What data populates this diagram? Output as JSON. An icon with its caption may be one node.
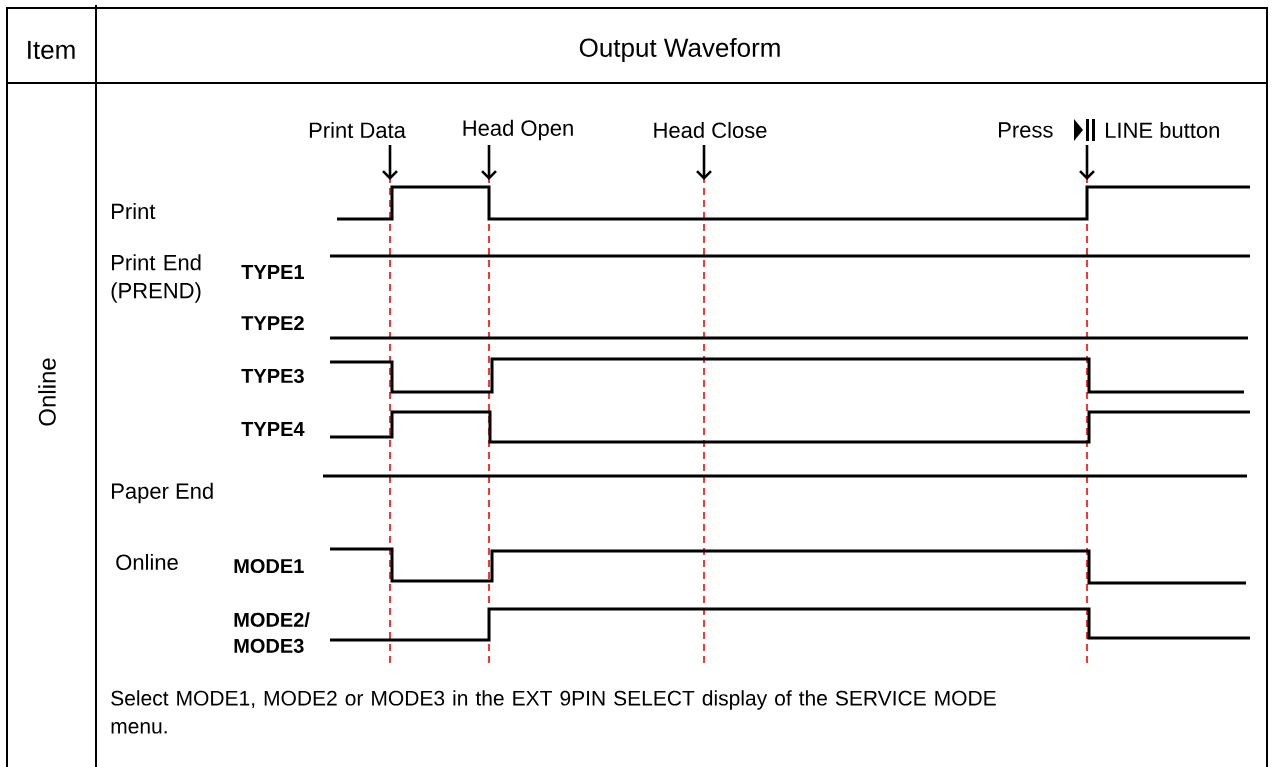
{
  "diagram": {
    "labels": [
      "Item",
      "Output Waveform",
      "Online",
      "Print Data",
      "Head Open",
      "Head Close",
      "Press",
      "LINE button",
      "Print",
      "Print End (PREND)",
      "TYPE1",
      "TYPE2",
      "TYPE3",
      "TYPE4",
      "Paper End",
      "Online",
      "MODE1",
      "MODE2/ MODE3",
      "Select MODE1, MODE2 or MODE3 in the EXT 9PIN SELECT display of the SERVICE MODE menu."
    ]
  }
}
